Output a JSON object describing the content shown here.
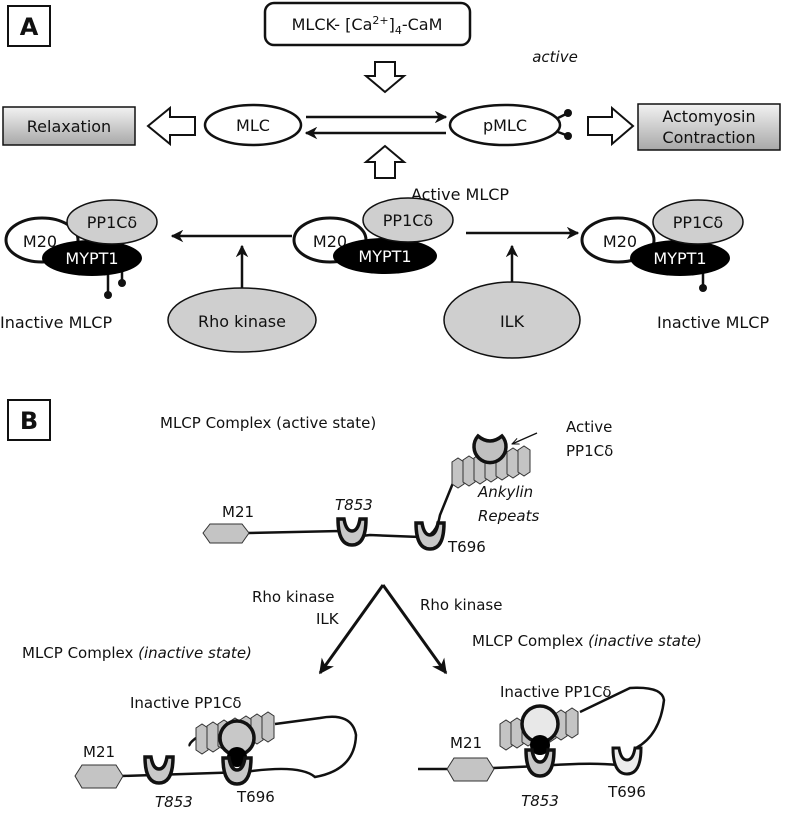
{
  "panel_a": {
    "label": "A",
    "mlck": {
      "p1": "MLCK- [Ca",
      "sup": "2+",
      "p2": "]",
      "sub": "4",
      "p3": "-CaM"
    },
    "active_note": "active",
    "mlc": "MLC",
    "pmlc": "pMLC",
    "relaxation": "Relaxation",
    "contraction_line1": "Actomyosin",
    "contraction_line2": "Contraction",
    "active_mlcp": "Active MLCP",
    "inactive_mlcp_left": "Inactive MLCP",
    "inactive_mlcp_right": "Inactive MLCP",
    "pp1c": "PP1Cδ",
    "m20": "M20",
    "mypt1": "MYPT1",
    "rho_kinase": "Rho kinase",
    "ilk": "ILK"
  },
  "panel_b": {
    "label": "B",
    "active_title": "MLCP Complex (active state)",
    "active_pp1c_line1": "Active",
    "active_pp1c_line2": "PP1Cδ",
    "ankylin_line1": "Ankylin",
    "ankylin_line2": "Repeats",
    "m21": "M21",
    "t853": "T853",
    "t696": "T696",
    "left_kinases_line1": "Rho kinase",
    "left_kinases_line2": "ILK",
    "right_kinase": "Rho kinase",
    "inactive_title_prefix": "MLCP Complex ",
    "inactive_title_state": "(inactive state)",
    "inactive_pp1c": "Inactive PP1Cδ"
  },
  "colors": {
    "gray_fill": "#cfcfcf",
    "black_subunit": "#000000",
    "box_gradient_top": "#f2f2f2",
    "box_gradient_bottom": "#a8a8a8"
  }
}
